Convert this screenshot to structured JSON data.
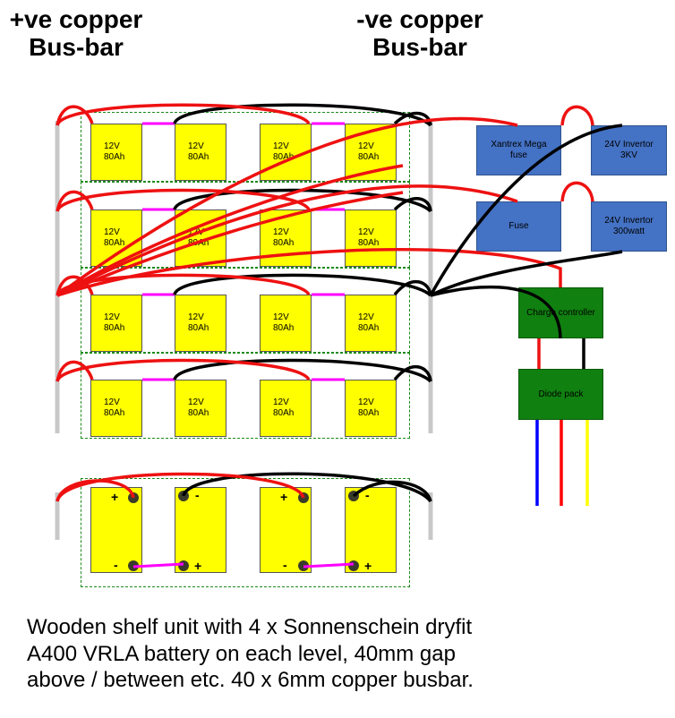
{
  "headings": {
    "positive_line1": "+ve copper",
    "positive_line2": "Bus-bar",
    "negative_line1": "-ve copper",
    "negative_line2": "Bus-bar"
  },
  "battery": {
    "voltage": "12V",
    "capacity": "80Ah"
  },
  "terminal_signs": {
    "plus": "+",
    "minus": "-"
  },
  "components": {
    "fuse_main": "Xantrex Mega fuse",
    "inverter_main_line1": "24V Invertor",
    "inverter_main_line2": "3KV",
    "fuse_small": "Fuse",
    "inverter_small_line1": "24V Invertor",
    "inverter_small_line2": "300watt",
    "charge_controller": "Charge controller",
    "diode_pack": "Diode pack"
  },
  "caption": {
    "line1": "Wooden shelf unit with 4 x Sonnenschein dryfit",
    "line2": "A400 VRLA battery on each level, 40mm gap",
    "line3": "above / between etc. 40 x 6mm copper busbar."
  },
  "colors": {
    "battery": "#ffff00",
    "component_blue": "#4472c4",
    "component_green": "#108010",
    "positive_wire": "#ee1111",
    "negative_wire": "#000000",
    "link_wire": "#ff00ff",
    "busbar": "#c8c8c8",
    "output_wires": [
      "#0000ff",
      "#ff0000",
      "#ffff00"
    ]
  }
}
